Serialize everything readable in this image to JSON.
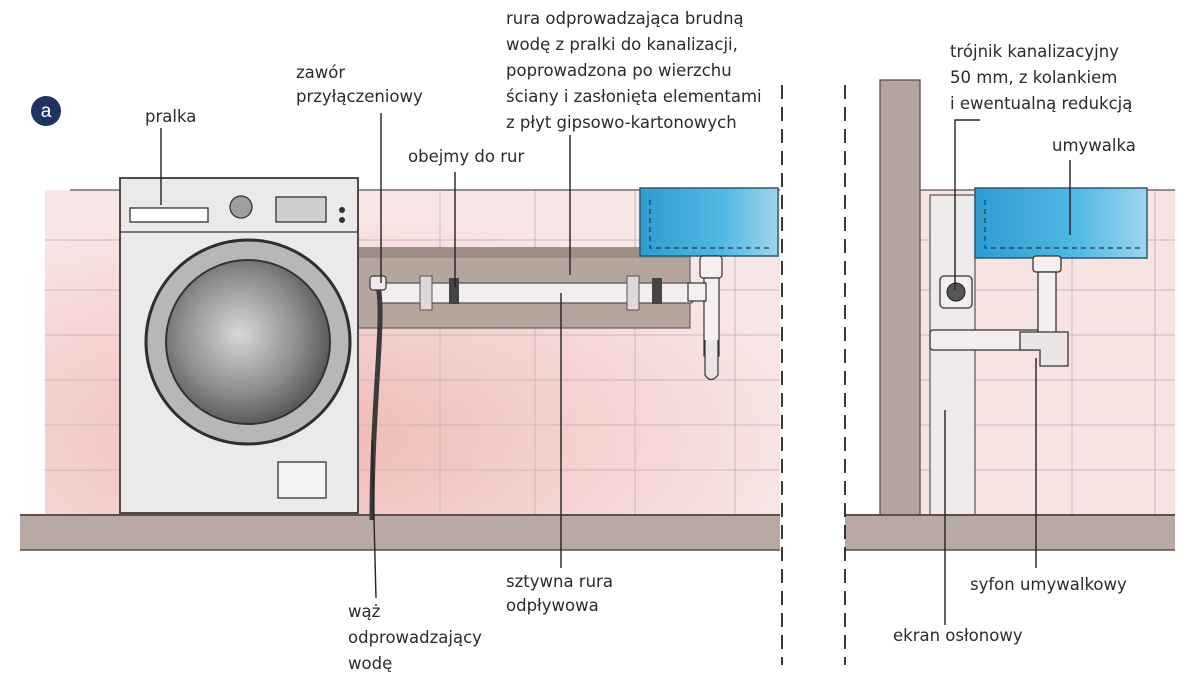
{
  "panel_letter": "a",
  "labels": {
    "pralka": "pralka",
    "zawor": [
      "zawór",
      "przyłączeniowy"
    ],
    "rura": [
      "rura odprowadzająca brudną",
      "wodę z pralki do kanalizacji,",
      "poprowadzona po wierzchu",
      "ściany i zasłonięta elementami",
      "z płyt gipsowo-kartonowych"
    ],
    "obejmy": "obejmy do rur",
    "waz": [
      "wąż",
      "odprowadzający",
      "wodę"
    ],
    "sztywna": [
      "sztywna rura",
      "odpływowa"
    ],
    "trojnik": [
      "trójnik kanalizacyjny",
      "50 mm, z kolankiem",
      "i ewentualną redukcją"
    ],
    "umywalka": "umywalka",
    "syfon": "syfon umywalkowy",
    "ekran": "ekran osłonowy"
  },
  "colors": {
    "tile_pink": "#f7e1e1",
    "wall_glow": "#f2c9c2",
    "floor": "#b8aaa3",
    "basin_blue": "#3fa9d8",
    "badge": "#1d3461",
    "appliance": "#e9e7e7",
    "drum": "#6e6e6e"
  }
}
